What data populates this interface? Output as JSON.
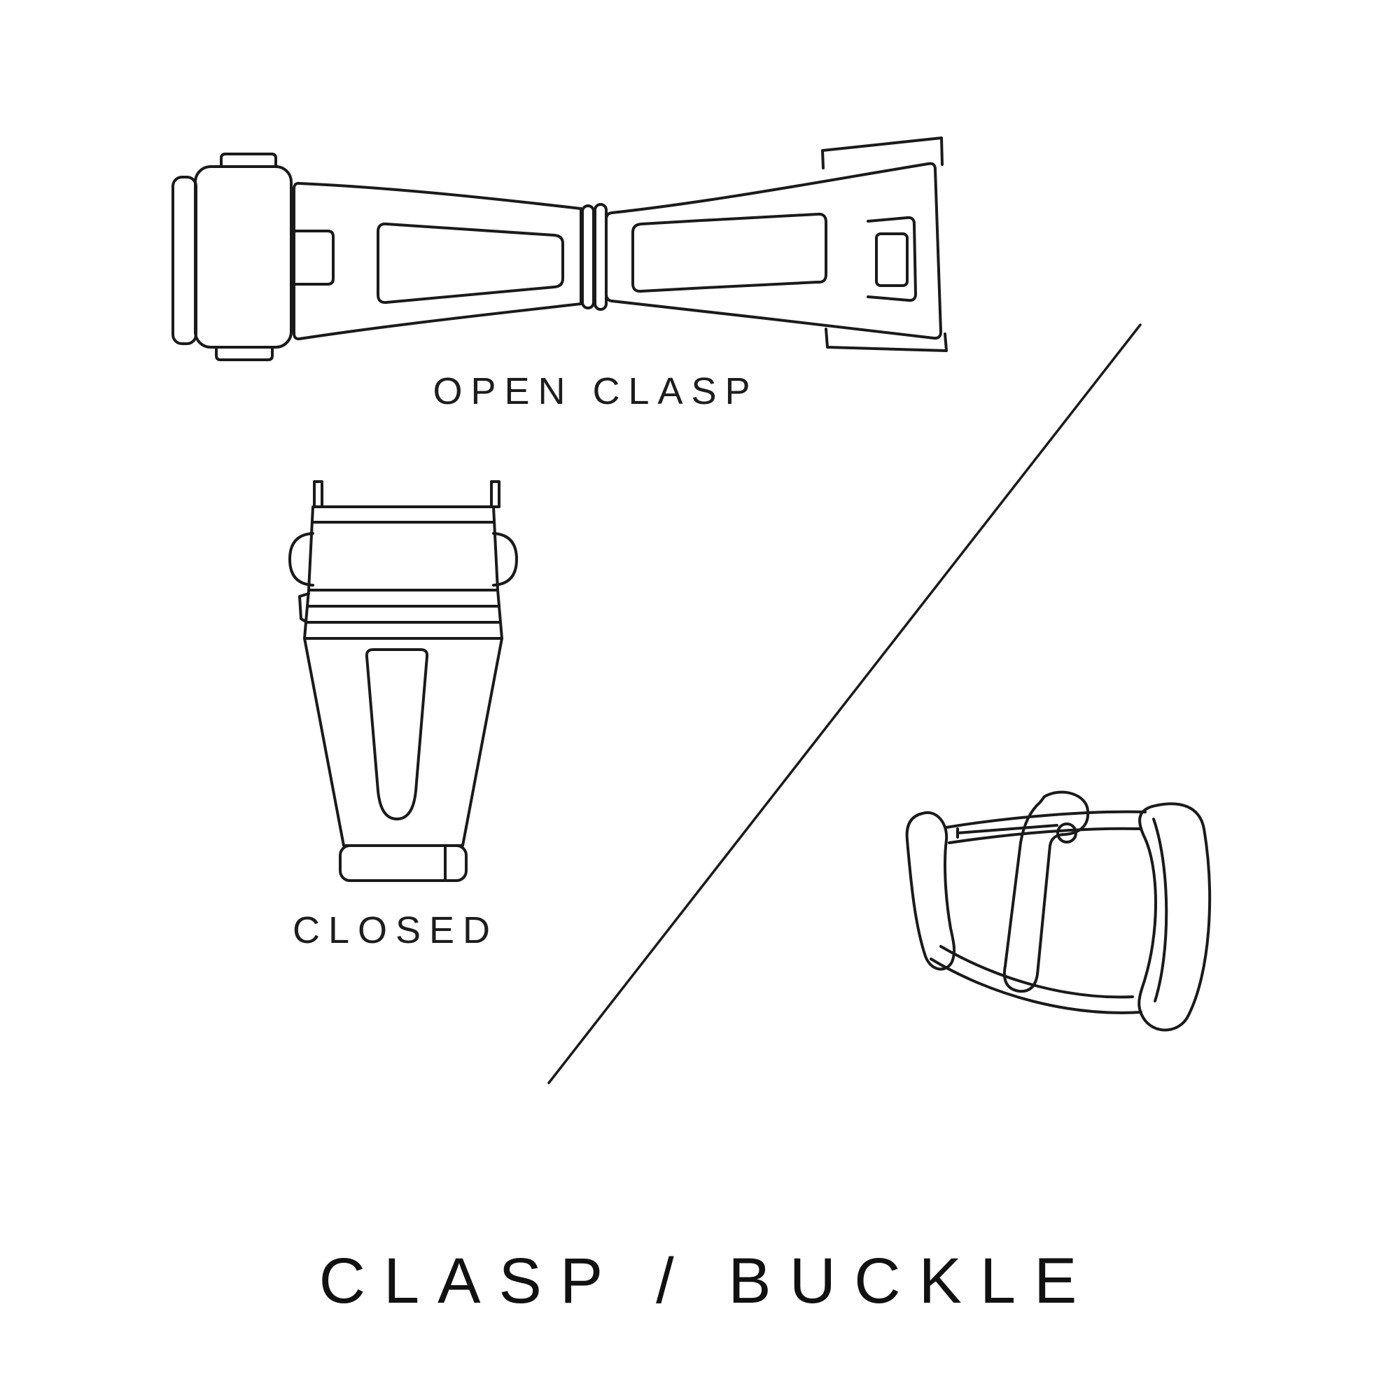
{
  "diagram": {
    "title": "CLASP / BUCKLE",
    "sections": {
      "open_clasp": {
        "label": "OPEN CLASP",
        "illustration": "open-deployant-clasp-top-view"
      },
      "closed_clasp": {
        "label": "CLOSED",
        "illustration": "closed-deployant-clasp-front-view"
      },
      "buckle": {
        "illustration": "tang-buckle-perspective-view"
      }
    },
    "divider": "diagonal-line",
    "colors": {
      "background": "#ffffff",
      "line": "#1a1a1a",
      "text": "#1d1d1d"
    }
  }
}
